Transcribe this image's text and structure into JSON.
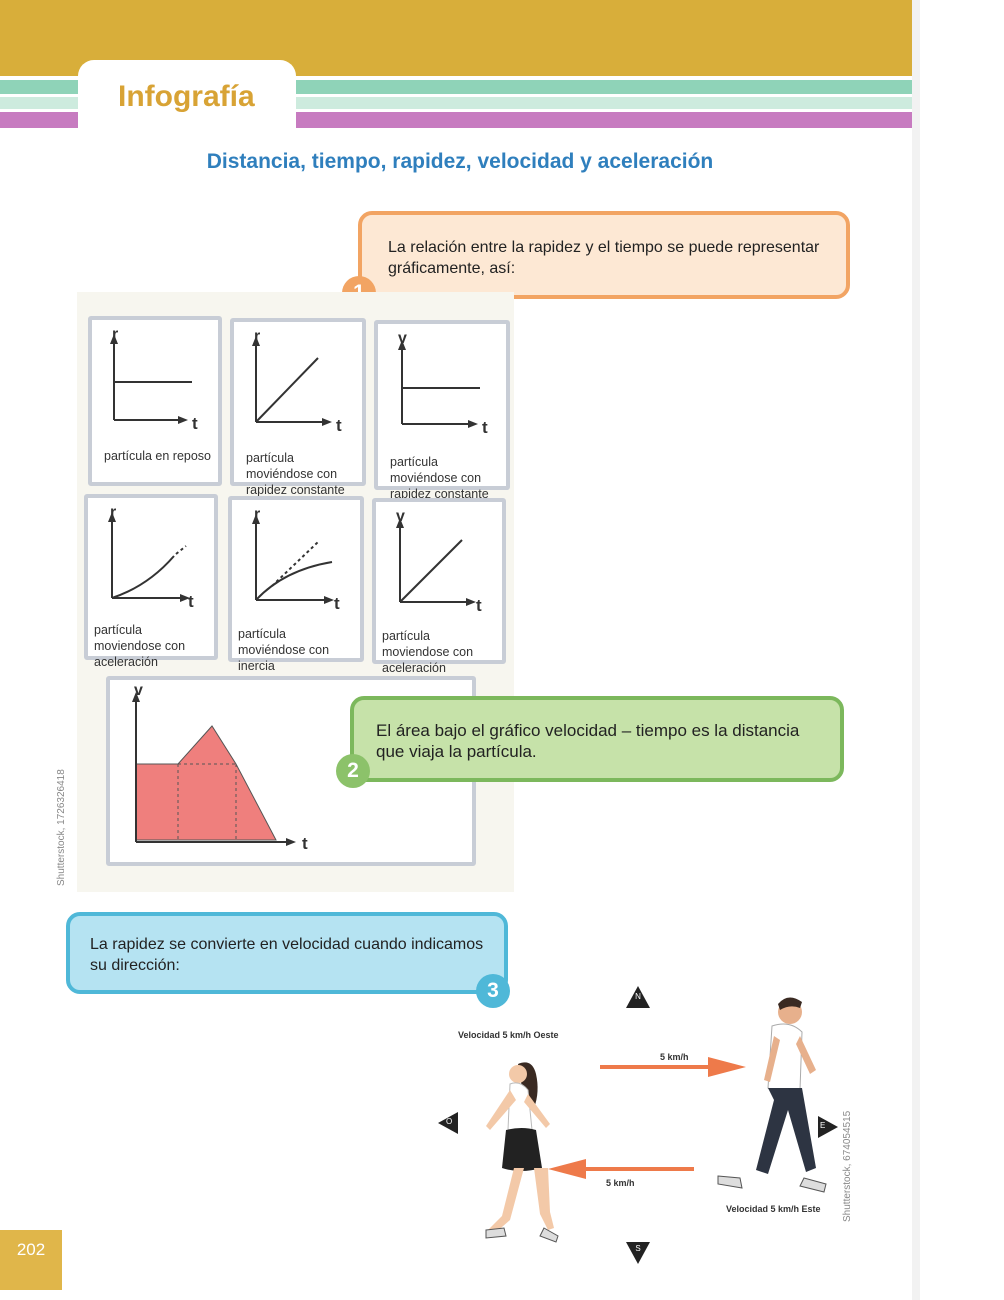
{
  "header": {
    "section_label": "Infografía",
    "page_title": "Distancia, tiempo, rapidez, velocidad y aceleración"
  },
  "callouts": [
    {
      "number": "1",
      "text": "La relación entre la rapidez y el tiempo se puede representar gráficamente, así:",
      "color": "#f2a463"
    },
    {
      "number": "2",
      "text": "El área bajo el gráfico velocidad – tiempo es la distancia que viaja la partícula.",
      "color": "#8cc26a"
    },
    {
      "number": "3",
      "text": "La rapidez se convierte en velocidad cuando indicamos su dirección:",
      "color": "#4fb8d8"
    }
  ],
  "graphs": [
    {
      "y_axis": "r",
      "x_axis": "t",
      "caption": "partícula en reposo",
      "shape": "horizontal"
    },
    {
      "y_axis": "r",
      "x_axis": "t",
      "caption": "partícula moviéndose con rapidez constante",
      "shape": "rising-line"
    },
    {
      "y_axis": "v",
      "x_axis": "t",
      "caption": "partícula moviéndose con rapidez constante",
      "shape": "horizontal"
    },
    {
      "y_axis": "r",
      "x_axis": "t",
      "caption": "partícula moviendose con aceleración",
      "shape": "concave-up"
    },
    {
      "y_axis": "r",
      "x_axis": "t",
      "caption": "partícula moviéndose con inercia",
      "shape": "concave-down"
    },
    {
      "y_axis": "v",
      "x_axis": "t",
      "caption": "partícula moviendose con aceleración",
      "shape": "rising-line"
    }
  ],
  "area_graph": {
    "y_axis": "v",
    "x_axis": "t",
    "fill_color": "#ef7f7d"
  },
  "compass": {
    "north": "N",
    "south": "S",
    "east": "E",
    "west": "O"
  },
  "motion": {
    "woman_label": "Velocidad 5 km/h Oeste",
    "man_label": "Velocidad 5 km/h Este",
    "arrow_top": "5 km/h",
    "arrow_bottom": "5 km/h"
  },
  "credits": {
    "left": "Shutterstock, 1726326418",
    "right": "Shutterstock, 674054515"
  },
  "page_number": "202",
  "colors": {
    "gold": "#d8ae3a",
    "title_blue": "#2f7fbd",
    "stripe_green": "#8fd3b8",
    "stripe_pink": "#c77bc0",
    "arrow": "#ee7a4a"
  }
}
